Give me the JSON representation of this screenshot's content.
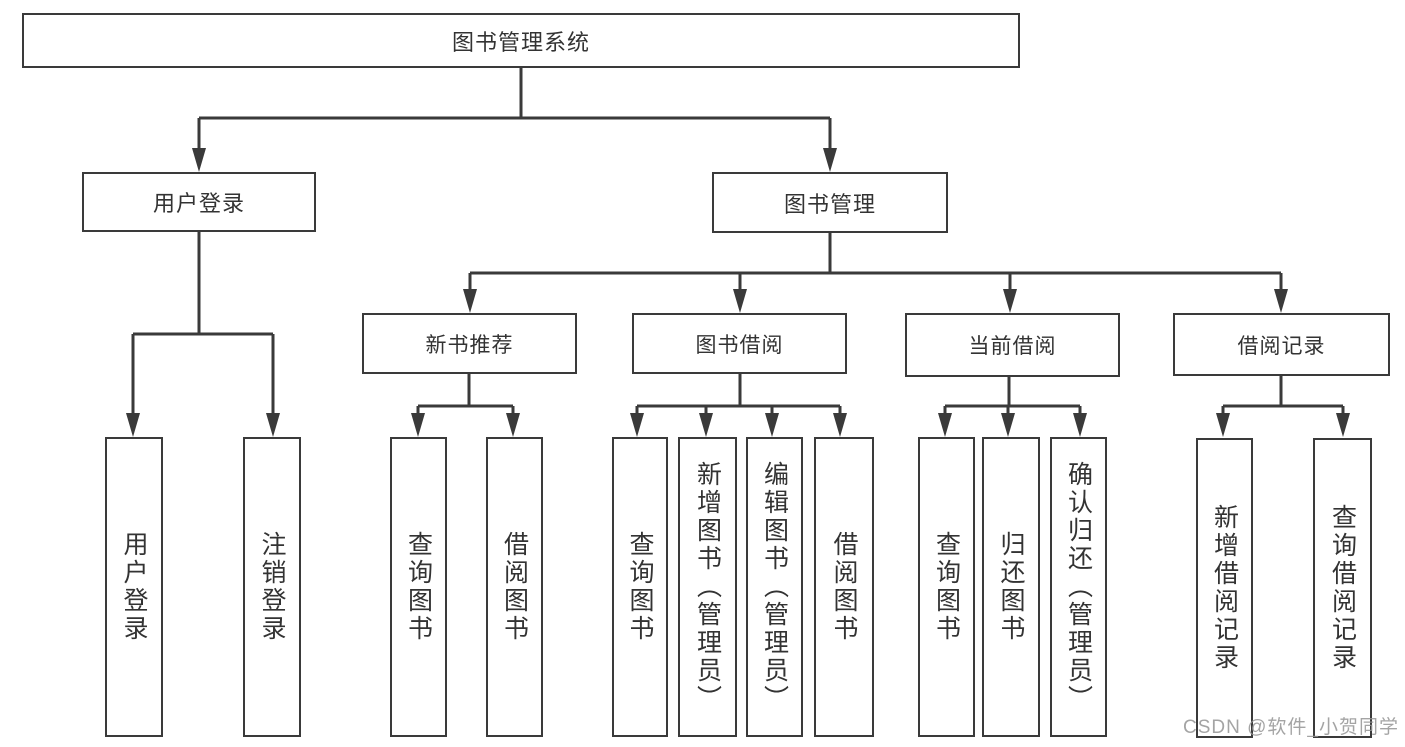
{
  "diagram": {
    "tree": {
      "root": {
        "label": "图书管理系统",
        "children": [
          {
            "label": "用户登录",
            "children": [
              {
                "label": "用户登录"
              },
              {
                "label": "注销登录"
              }
            ]
          },
          {
            "label": "图书管理",
            "children": [
              {
                "label": "新书推荐",
                "children": [
                  {
                    "label": "查询图书"
                  },
                  {
                    "label": "借阅图书"
                  }
                ]
              },
              {
                "label": "图书借阅",
                "children": [
                  {
                    "label": "查询图书"
                  },
                  {
                    "label": "新增图书（管理员）"
                  },
                  {
                    "label": "编辑图书（管理员）"
                  },
                  {
                    "label": "借阅图书"
                  }
                ]
              },
              {
                "label": "当前借阅",
                "children": [
                  {
                    "label": "查询图书"
                  },
                  {
                    "label": "归还图书"
                  },
                  {
                    "label": "确认归还（管理员）"
                  }
                ]
              },
              {
                "label": "借阅记录",
                "children": [
                  {
                    "label": "新增借阅记录"
                  },
                  {
                    "label": "查询借阅记录"
                  }
                ]
              }
            ]
          }
        ]
      }
    },
    "colors": {
      "line": "#3a3a3a",
      "box_border": "#3a3a3a",
      "text": "#333333",
      "background": "#ffffff",
      "watermark": "#949494"
    }
  },
  "watermark": {
    "text": "CSDN @软件_小贺同学"
  }
}
